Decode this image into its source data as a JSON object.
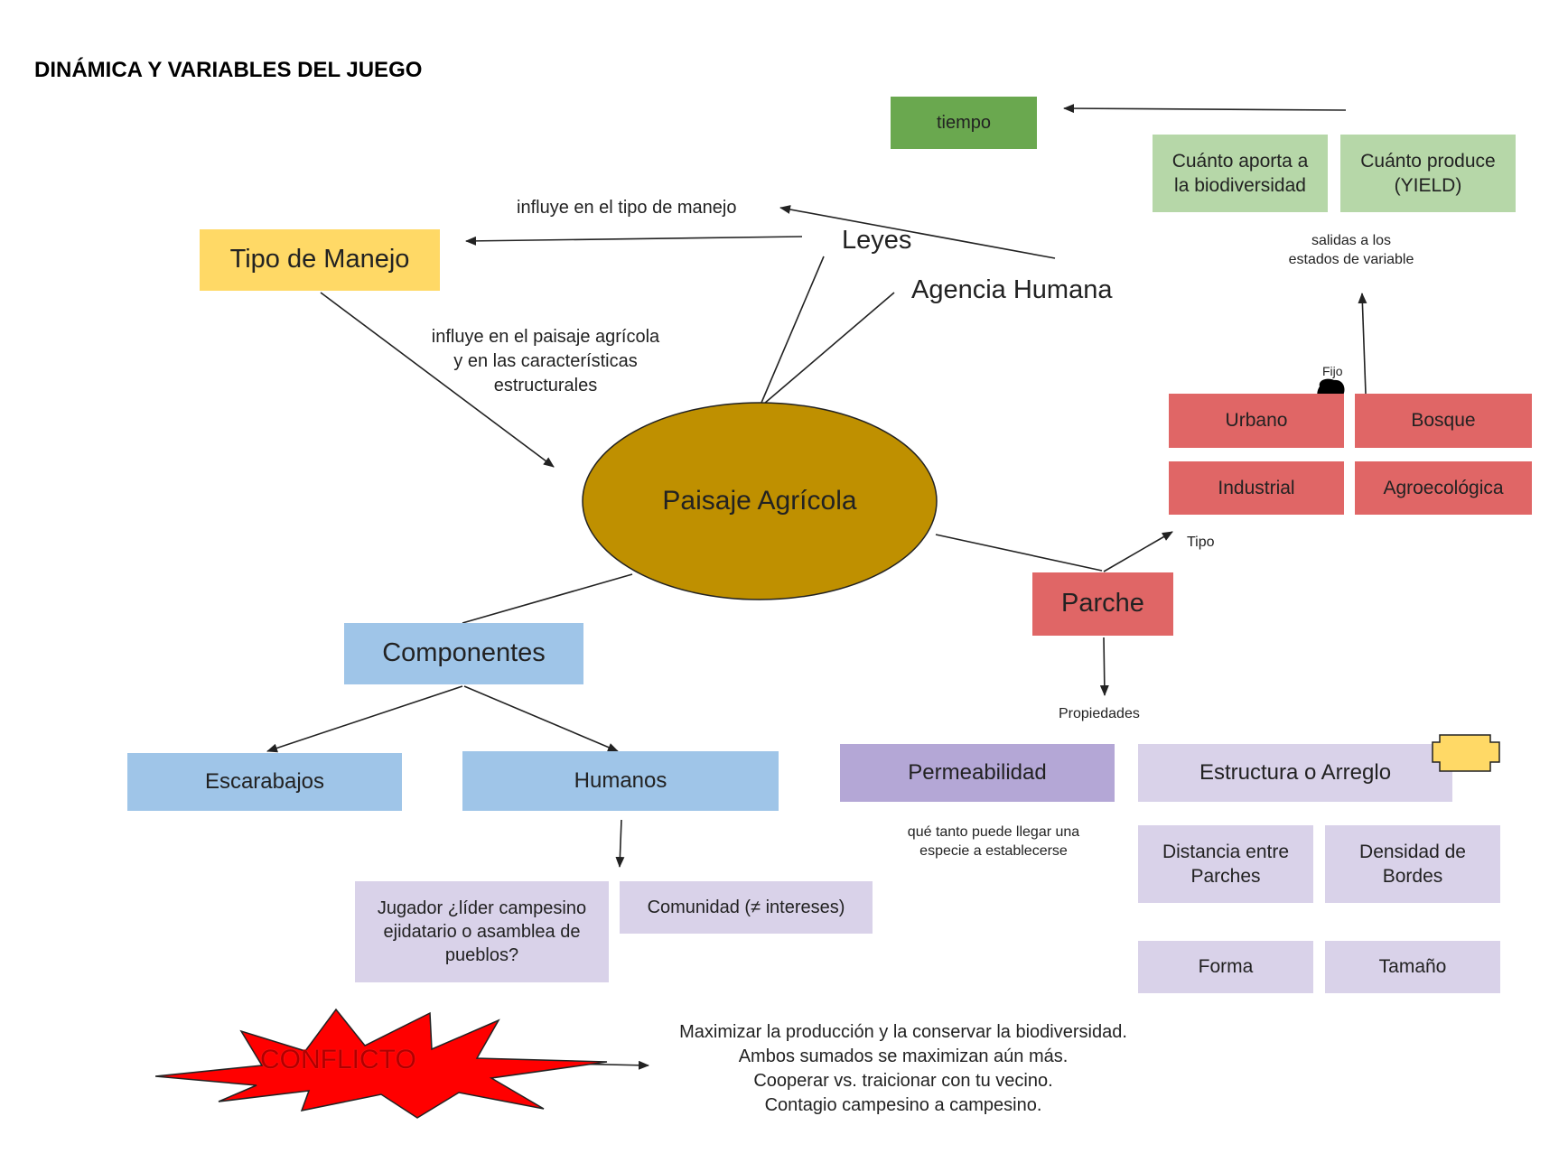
{
  "title": "DINÁMICA Y VARIABLES DEL JUEGO",
  "nodes": {
    "tiempo": "tiempo",
    "biodiversidad": "Cuánto aporta a la biodiversidad",
    "yield": "Cuánto produce (YIELD)",
    "tipo_manejo": "Tipo de Manejo",
    "paisaje": "Paisaje Agrícola",
    "urbano": "Urbano",
    "bosque": "Bosque",
    "industrial": "Industrial",
    "agroecologica": "Agroecológica",
    "parche": "Parche",
    "componentes": "Componentes",
    "escarabajos": "Escarabajos",
    "humanos": "Humanos",
    "permeabilidad": "Permeabilidad",
    "estructura": "Estructura o Arreglo",
    "distancia": "Distancia entre Parches",
    "densidad": "Densidad de Bordes",
    "forma": "Forma",
    "tamano": "Tamaño",
    "jugador": "Jugador ¿líder campesino ejidatario o asamblea de pueblos?",
    "comunidad": "Comunidad (≠ intereses)",
    "conflicto": "CONFLICTO"
  },
  "labels": {
    "influye_manejo": "influye en el tipo de manejo",
    "leyes": "Leyes",
    "agencia": "Agencia Humana",
    "influye_paisaje_1": "influye en el paisaje agrícola",
    "influye_paisaje_2": "y en las características",
    "influye_paisaje_3": "estructurales",
    "salidas_1": "salidas a los",
    "salidas_2": "estados de variable",
    "fijo": "Fijo",
    "tipo": "Tipo",
    "propiedades": "Propiedades",
    "permeabilidad_desc_1": "qué tanto puede llegar una",
    "permeabilidad_desc_2": "especie a establecerse",
    "conflicto_text": [
      "Maximizar la producción y la conservar la biodiversidad.",
      "Ambos sumados se maximizan aún más.",
      "Cooperar vs. traicionar con tu vecino.",
      "Contagio campesino a campesino."
    ]
  },
  "colors": {
    "tiempo": "#6aa84f",
    "outputs": "#b6d7a8",
    "tipo_manejo": "#ffd966",
    "paisaje": "#bf9000",
    "patch_types": "#e06666",
    "componentes": "#9fc5e8",
    "permeabilidad": "#b4a7d6",
    "estructura": "#d9d2e9",
    "conflicto_fill": "#ff0000"
  }
}
